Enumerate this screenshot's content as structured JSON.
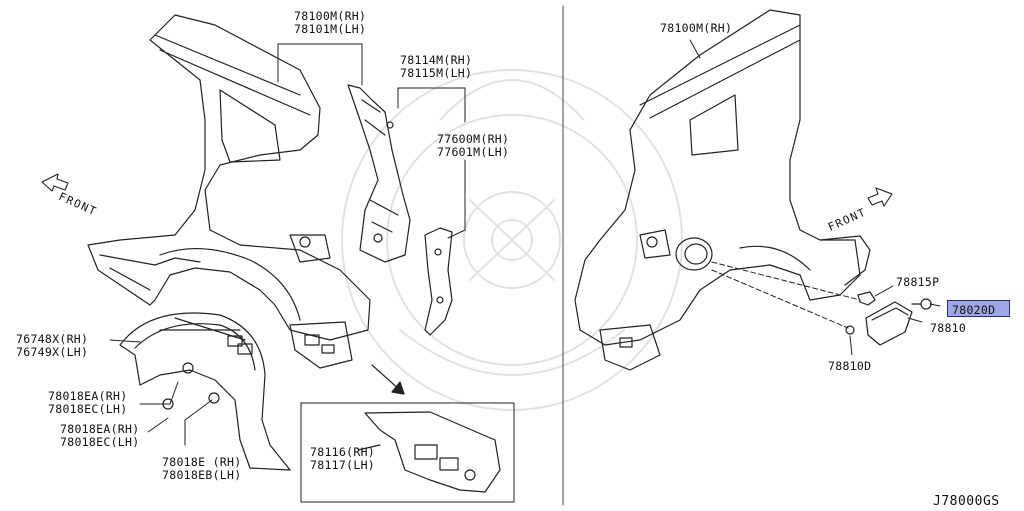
{
  "diagram_code": "J78000GS",
  "front_label": "FRONT",
  "highlight_color": "#9ea7e6",
  "left_panel": {
    "rear_fender_rh": "78100M(RH)",
    "rear_fender_lh": "78101M(LH)",
    "inner_panel_rh": "78114M(RH)",
    "inner_panel_lh": "78115M(LH)",
    "pillar_rh": "77600M(RH)",
    "pillar_lh": "77601M(LH)",
    "mudguard_rh": "76748X(RH)",
    "mudguard_lh": "76749X(LH)",
    "clip_a_rh": "78018EA(RH)",
    "clip_a_lh": "78018EC(LH)",
    "clip_b_rh": "78018EA(RH)",
    "clip_b_lh": "78018EC(LH)",
    "clip_c_rh": "78018E (RH)",
    "clip_c_lh": "78018EB(LH)",
    "extension_rh": "78116(RH)",
    "extension_lh": "78117(LH)"
  },
  "right_panel": {
    "rear_fender_rh": "78100M(RH)",
    "hinge": "78815P",
    "screw_highlighted": "78020D",
    "fuel_lid": "78810",
    "bumper": "78810D"
  }
}
